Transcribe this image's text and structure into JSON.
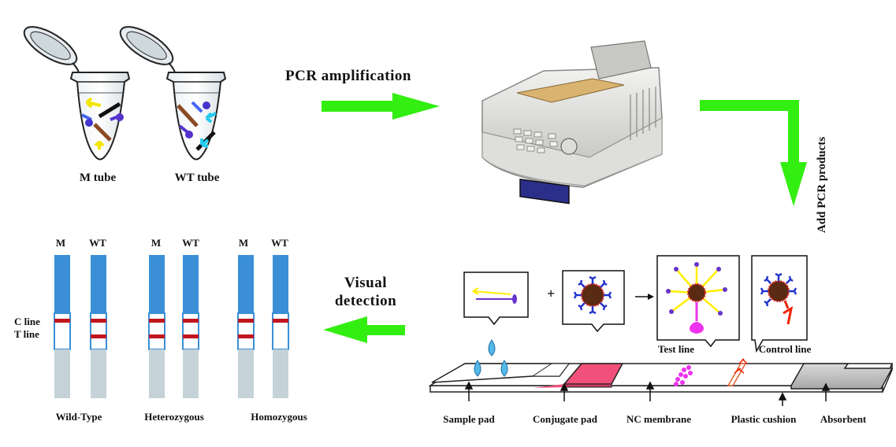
{
  "tubes": [
    {
      "label": "M tube"
    },
    {
      "label": "WT tube"
    }
  ],
  "step_labels": {
    "pcr": "PCR amplification",
    "add_products": "Add PCR products",
    "visual_line1": "Visual",
    "visual_line2": "detection"
  },
  "strips": {
    "columns": [
      "M",
      "WT",
      "M",
      "WT",
      "M",
      "WT"
    ],
    "c_line": "C line",
    "t_line": "T line",
    "results": [
      "Wild-Type",
      "Heterozygous",
      "Homozygous"
    ]
  },
  "lfa": {
    "plus": "+",
    "test_line": "Test line",
    "control_line": "Control line",
    "parts": [
      "Sample pad",
      "Conjugate pad",
      "NC membrane",
      "Plastic cushion",
      "Absorbent"
    ]
  },
  "colors": {
    "arrow_green": "#33ee11",
    "strip_blue": "#3a8fd6",
    "strip_gray": "#c5d3d8",
    "band_red": "#c0171f",
    "conjugate_pink": "#f0507a",
    "nanoparticle": "#5a2a12",
    "antibody_blue": "#2233cc",
    "probe_yellow": "#ffee00",
    "probe_purple": "#6633cc",
    "test_magenta": "#ee33ee",
    "control_red": "#ee2200",
    "droplet": "#55b8e8"
  }
}
